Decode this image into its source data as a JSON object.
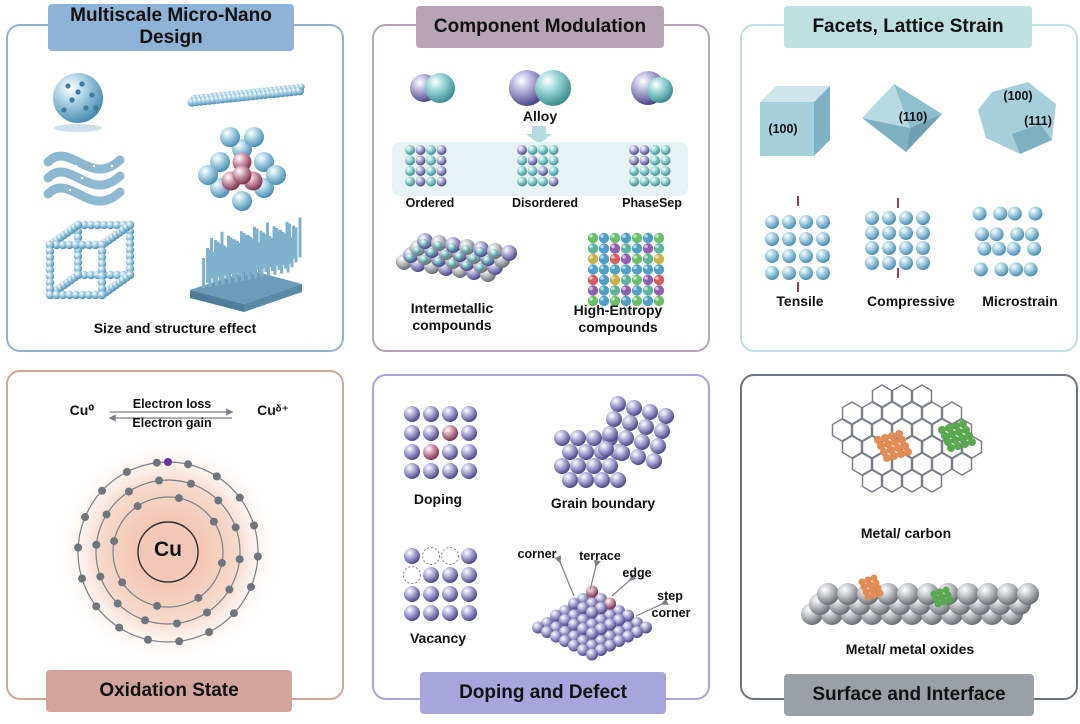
{
  "panels": {
    "multiscale": {
      "title": "Multiscale Micro-Nano Design",
      "caption": "Size  and structure effect",
      "color": "#8fb3d6"
    },
    "component": {
      "title": "Component Modulation",
      "alloy": "Alloy",
      "ordered": "Ordered",
      "disordered": "Disordered",
      "phasesep": "PhaseSep",
      "intermetallic": "Intermetallic compounds",
      "high_entropy": "High-Entropy compounds",
      "color": "#b8a4b4"
    },
    "facets": {
      "title": "Facets, Lattice Strain",
      "f100": "(100)",
      "f110": "(110)",
      "f100b": "(100)",
      "f111": "(111)",
      "tensile": "Tensile",
      "compressive": "Compressive",
      "microstrain": "Microstrain",
      "color": "#bfe0e0"
    },
    "oxidation": {
      "title": "Oxidation State",
      "cu0": "Cu⁰",
      "cud": "Cuᵟ⁺",
      "loss": "Electron loss",
      "gain": "Electron gain",
      "nucleus": "Cu",
      "color": "#d1a59d"
    },
    "doping": {
      "title": "Doping and Defect",
      "doping": "Doping",
      "grain": "Grain boundary",
      "vacancy": "Vacancy",
      "corner": "corner",
      "terrace": "terrace",
      "edge": "edge",
      "step": "step",
      "corner2": "corner",
      "color": "#a8a4dc"
    },
    "surface": {
      "title": "Surface and Interface",
      "metal_carbon": "Metal/ carbon",
      "metal_oxides": "Metal/ metal oxides",
      "color": "#9aa0a6"
    }
  }
}
